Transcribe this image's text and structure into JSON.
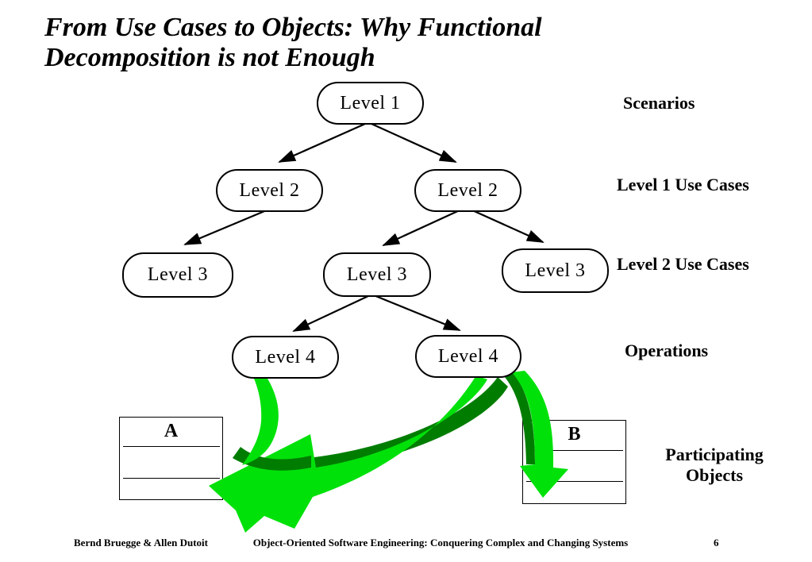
{
  "slide": {
    "title": {
      "line1": "From Use Cases to Objects: Why Functional",
      "line2": "Decomposition is not Enough"
    }
  },
  "tree": {
    "nodes": [
      {
        "id": "level1",
        "label": "Level 1"
      },
      {
        "id": "level2-left",
        "label": "Level 2"
      },
      {
        "id": "level2-right",
        "label": "Level 2"
      },
      {
        "id": "level3-left",
        "label": "Level 3"
      },
      {
        "id": "level3-middle",
        "label": "Level 3"
      },
      {
        "id": "level3-right",
        "label": "Level 3"
      },
      {
        "id": "level4-left",
        "label": "Level 4"
      },
      {
        "id": "level4-right",
        "label": "Level 4"
      }
    ]
  },
  "row_labels": [
    {
      "text": "Scenarios"
    },
    {
      "text": "Level 1 Use Cases"
    },
    {
      "text": "Level 2 Use Cases"
    },
    {
      "text": "Operations"
    },
    {
      "line1": "Participating",
      "line2": "Objects"
    }
  ],
  "objects": [
    {
      "name": "A"
    },
    {
      "name": "B"
    }
  ],
  "footer": {
    "authors": "Bernd Bruegge & Allen Dutoit",
    "course": "Object-Oriented Software Engineering: Conquering Complex and Changing Systems",
    "page": "6"
  },
  "colors": {
    "arrow_bright_green": "#00e10a",
    "arrow_dark_green": "#007d00",
    "line_black": "#000000"
  }
}
